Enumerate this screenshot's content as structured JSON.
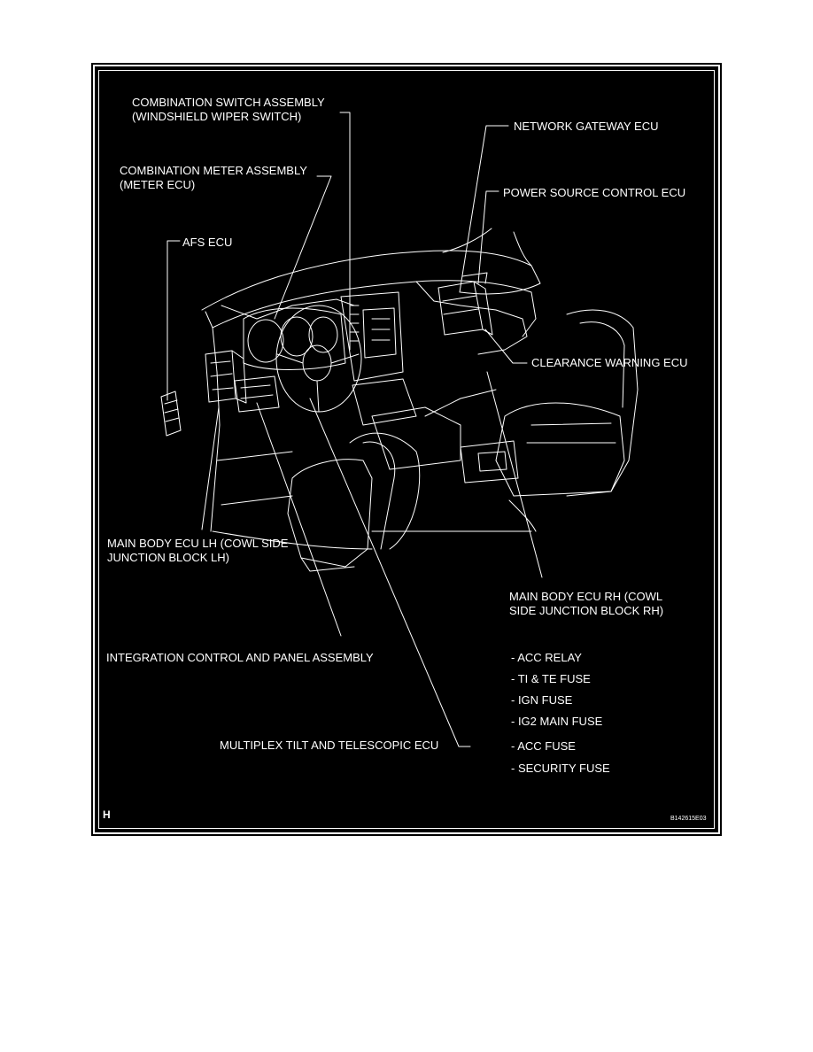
{
  "labels": {
    "combination_switch": [
      "COMBINATION SWITCH ASSEMBLY",
      "(WINDSHIELD WIPER SWITCH)"
    ],
    "network_gateway": "NETWORK GATEWAY ECU",
    "combination_meter": [
      "COMBINATION METER ASSEMBLY",
      "(METER ECU)"
    ],
    "power_source": "POWER SOURCE CONTROL ECU",
    "afs": "AFS ECU",
    "clearance_warning": "CLEARANCE WARNING ECU",
    "main_body_lh": [
      "MAIN BODY ECU LH (COWL SIDE",
      "JUNCTION BLOCK LH)"
    ],
    "main_body_rh": [
      "MAIN BODY ECU RH (COWL",
      "SIDE JUNCTION BLOCK RH)"
    ],
    "integration_control": "INTEGRATION CONTROL AND PANEL ASSEMBLY",
    "multiplex_tilt": "MULTIPLEX TILT AND TELESCOPIC ECU"
  },
  "fuse_list": [
    "- ACC RELAY",
    "- TI & TE FUSE",
    "- IGN FUSE",
    "- IG2 MAIN FUSE",
    "- ACC FUSE",
    "- SECURITY FUSE"
  ],
  "corner_letter": "H",
  "figure_code": "B142615E03",
  "colors": {
    "background": "#000000",
    "line": "#ffffff",
    "page": "#ffffff"
  }
}
